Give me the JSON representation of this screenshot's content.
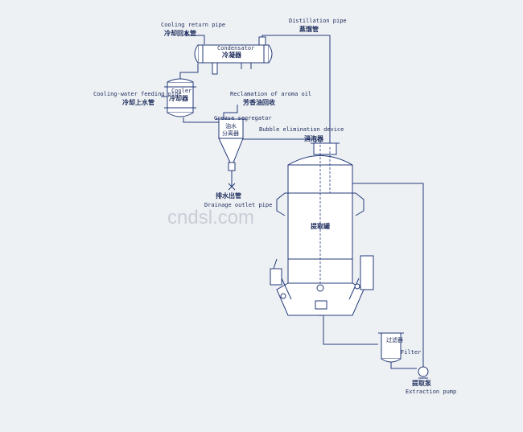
{
  "labels": {
    "cooling_return_en": "Cooling return pipe",
    "cooling_return_zh": "冷却回水管",
    "distillation_en": "Distillation pipe",
    "distillation_zh": "蒸馏管",
    "condensator_en": "Condensator",
    "condensator_zh": "冷凝器",
    "cooler_en": "Cooler",
    "cooler_zh": "冷却器",
    "cooling_feed_en": "Cooling-water feeding pipe",
    "cooling_feed_zh": "冷却上水管",
    "aroma_en": "Reclamation of aroma oil",
    "aroma_zh": "芳香油回收",
    "grease_en": "Grease segregator",
    "grease_zh_1": "油水",
    "grease_zh_2": "分离器",
    "bubble_en": "Bubble elimination device",
    "bubble_zh": "消泡器",
    "drain_zh": "排水出管",
    "drain_en": "Drainage outlet pipe",
    "tank_zh": "提取罐",
    "filter_zh": "过滤器",
    "filter_en": "Filter",
    "pump_zh": "提取泵",
    "pump_en": "Extraction pump"
  },
  "watermark": "cndsl.com",
  "colors": {
    "line": "#243a7a",
    "text": "#1d2c5c",
    "background": "#eef1f4",
    "watermark": "#c9ced6"
  }
}
